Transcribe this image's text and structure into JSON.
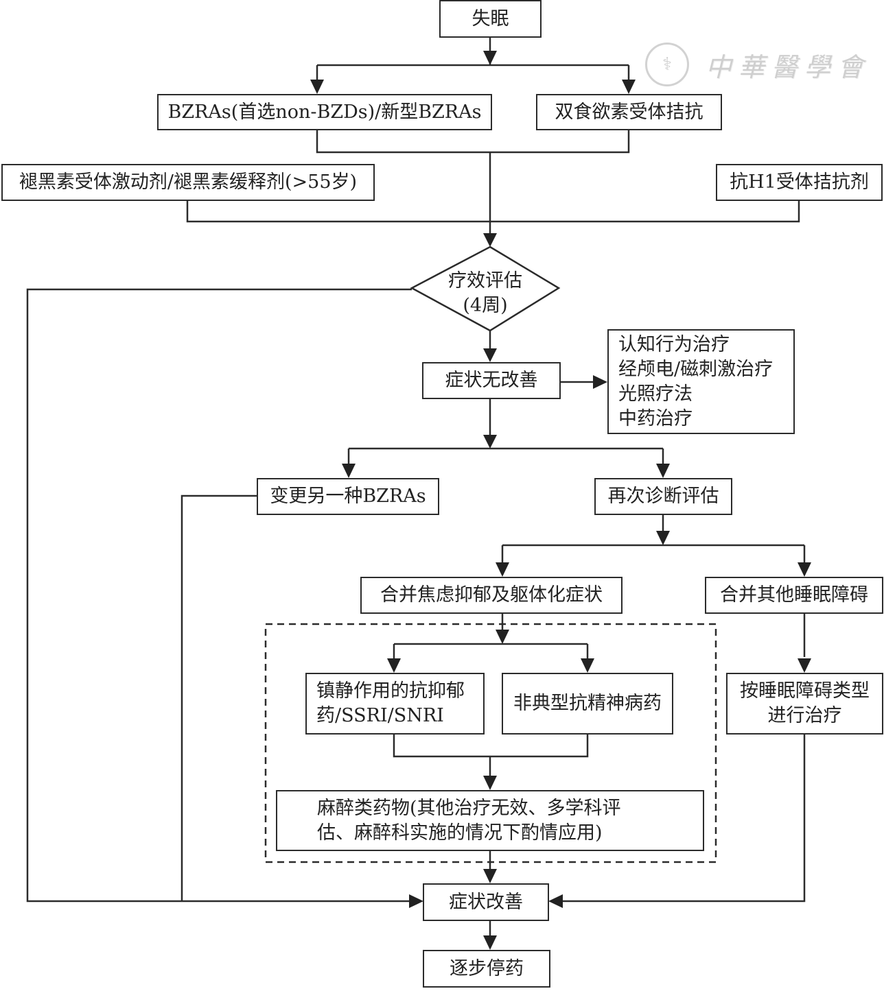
{
  "watermark": {
    "seal_icon": "medical-association-seal",
    "seal_glyph": "⚕",
    "text": "中華醫學會"
  },
  "nodes": {
    "insomnia": "失眠",
    "bzras": "BZRAs(首选non-BZDs)/新型BZRAs",
    "dora": "双食欲素受体拮抗",
    "melatonin": "褪黑素受体激动剂/褪黑素缓释剂(>55岁)",
    "h1": "抗H1受体拮抗剂",
    "evaluation": {
      "line1": "疗效评估",
      "line2": "(4周)"
    },
    "no_improvement": "症状无改善",
    "nondrug": [
      "认知行为治疗",
      "经颅电/磁刺激治疗",
      "光照疗法",
      "中药治疗"
    ],
    "switch_bzras": "变更另一种BZRAs",
    "rediagnose": "再次诊断评估",
    "anxiety_depression": "合并焦虑抑郁及躯体化症状",
    "other_sleep": "合并其他睡眠障碍",
    "sedative_antidep": {
      "line1": "镇静作用的抗抑郁",
      "line2": "药/SSRI/SNRI"
    },
    "atypical": "非典型抗精神病药",
    "by_type": {
      "line1": "按睡眠障碍类型",
      "line2": "进行治疗"
    },
    "anesthetic": {
      "line1": "麻醉类药物(其他治疗无效、多学科评",
      "line2": "估、麻醉科实施的情况下酌情应用)"
    },
    "improved": "症状改善",
    "taper": "逐步停药"
  }
}
